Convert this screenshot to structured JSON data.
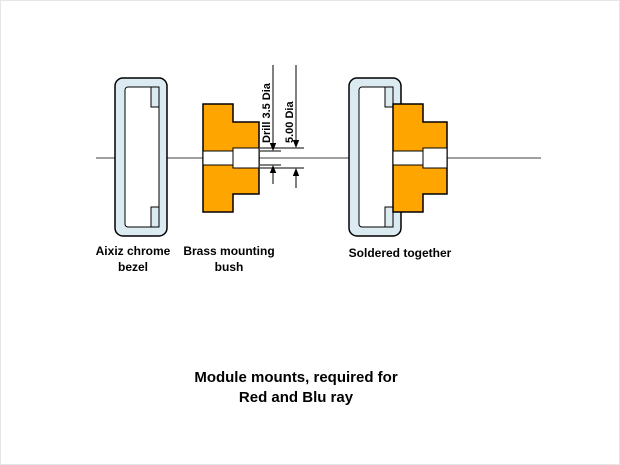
{
  "colors": {
    "brass": "#FFA500",
    "chrome": "#DCEAF2",
    "outline": "#000000",
    "centerline": "#404040",
    "background": "#FFFFFF"
  },
  "labels": {
    "bezel_line1": "Aixiz chrome",
    "bezel_line2": "bezel",
    "bush_line1": "Brass mounting",
    "bush_line2": "bush",
    "soldered": "Soldered together"
  },
  "dimensions": {
    "drill_dia": "Drill 3.5 Dia",
    "outer_dia": "5.00 Dia"
  },
  "caption": {
    "line1": "Module mounts, required for",
    "line2": "Red and Blu ray"
  }
}
